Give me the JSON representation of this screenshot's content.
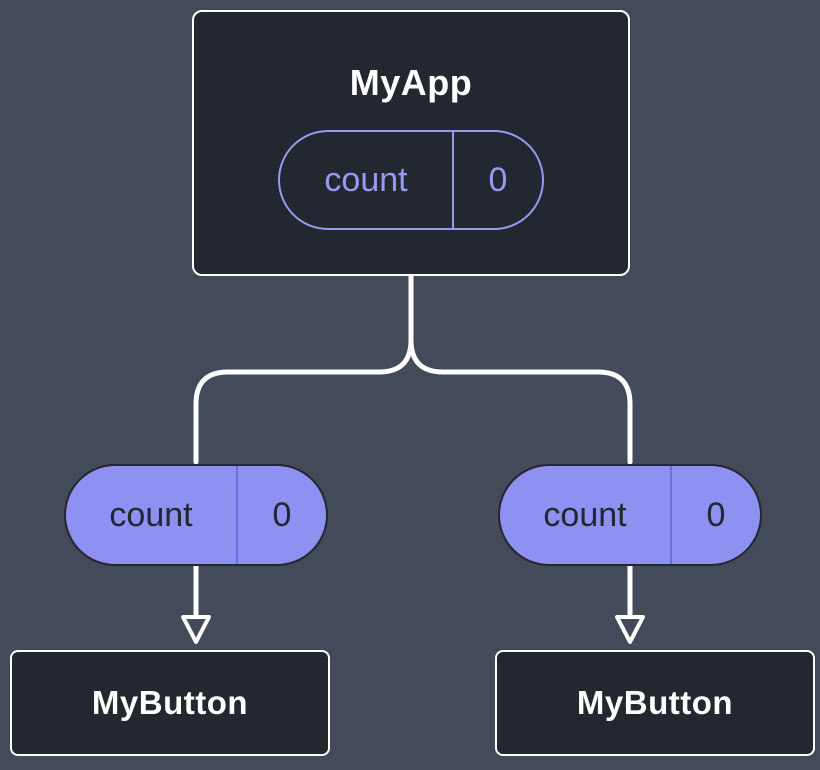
{
  "colors": {
    "bg": "#434a59",
    "node-fill": "#23272f",
    "node-border": "#ffffff",
    "line": "#ffffff",
    "accent": "#979af2",
    "pill-fill": "#8e90f2",
    "pill-divider": "#6a6de0",
    "pill-text": "#23272f",
    "title-text": "#ffffff"
  },
  "tree": {
    "root": {
      "title": "MyApp",
      "state": {
        "label": "count",
        "value": "0"
      }
    },
    "branches": [
      {
        "prop": {
          "label": "count",
          "value": "0"
        },
        "child": {
          "title": "MyButton"
        }
      },
      {
        "prop": {
          "label": "count",
          "value": "0"
        },
        "child": {
          "title": "MyButton"
        }
      }
    ]
  }
}
